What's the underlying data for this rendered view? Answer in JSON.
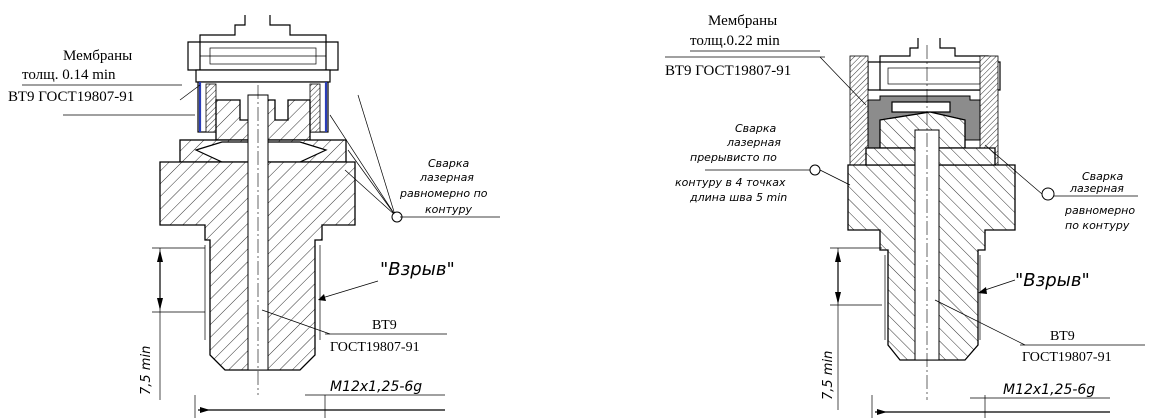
{
  "left": {
    "membrane_label": "Мембраны",
    "thickness_label": "толщ. 0.14 min",
    "material_label": "ВТ9 ГОСТ19807-91",
    "weld_line1": "Сварка",
    "weld_line2": "лазерная",
    "weld_line3": "равномерно по",
    "weld_line4": "контуру",
    "explosion_label": "\"Взрыв\"",
    "body_material": "ВТ9",
    "body_standard": "ГОСТ19807-91",
    "dimension_length": "7,5 min",
    "thread_label": "M12x1,25-6g"
  },
  "right": {
    "membrane_label": "Мембраны",
    "thickness_label": "толщ.0.22 min",
    "material_label": "ВТ9 ГОСТ19807-91",
    "weld_left_line1": "Сварка",
    "weld_left_line2": "лазерная",
    "weld_left_line3": "прерывисто по",
    "weld_left_line4": "контуру в 4 точках",
    "weld_left_line5": "длина шва 5 min",
    "weld_right_line1": "Сварка",
    "weld_right_line2": "лазерная",
    "weld_right_line3": "равномерно",
    "weld_right_line4": "по контуру",
    "explosion_label": "\"Взрыв\"",
    "body_material": "ВТ9",
    "body_standard": "ГОСТ19807-91",
    "dimension_length": "7,5 min",
    "thread_label": "M12x1,25-6g"
  }
}
